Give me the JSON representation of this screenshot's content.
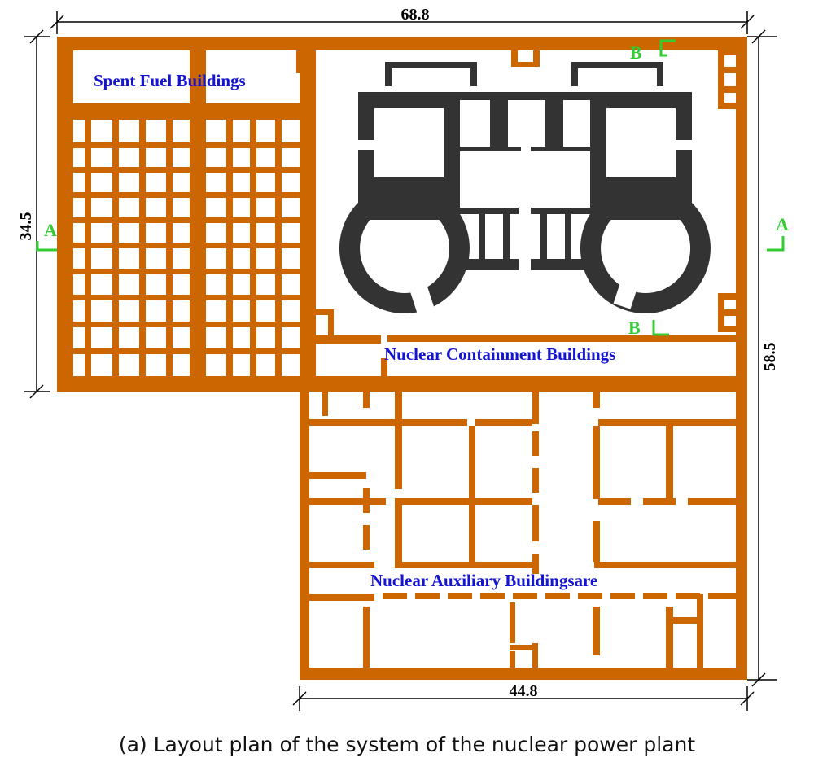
{
  "colors": {
    "wall": "#cc6600",
    "containment": "#333333",
    "section_marker": "#33cc33",
    "label": "#1414d2",
    "dimension": "#000000"
  },
  "labels": {
    "spent_fuel": "Spent Fuel Buildings",
    "containment": "Nuclear Containment Buildings",
    "auxiliary": "Nuclear Auxiliary Buildingsare"
  },
  "dimensions": {
    "top_width": "68.8",
    "left_height": "34.5",
    "right_height": "58.5",
    "bottom_width": "44.8"
  },
  "section_marks": {
    "a_left": "A",
    "a_right": "A",
    "b_top": "B",
    "b_bottom": "B"
  },
  "caption": "(a) Layout plan of the system of the nuclear power plant"
}
